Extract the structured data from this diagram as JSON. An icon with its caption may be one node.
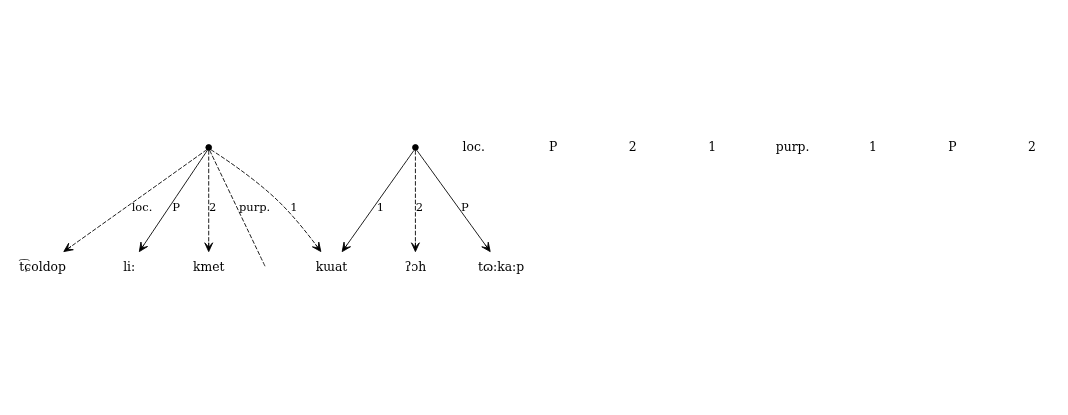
{
  "diagram": {
    "nodes": [
      {
        "text": [],
        "shape": "circle"
      },
      {
        "text": [
          "t͡ɕoldop"
        ]
      },
      {
        "text": [
          "li:"
        ]
      },
      {
        "text": [
          "kmet"
        ]
      },
      {
        "text": [
          "kɯat"
        ]
      },
      {
        "text": [],
        "shape": "circle"
      },
      {
        "text": [
          "tɷ:ka:p"
        ]
      },
      {
        "text": [
          "ʔɔh"
        ]
      }
    ],
    "edges": [
      {
        "from": 0,
        "to": null,
        "arrow": "none",
        "label": "purp.",
        "style": "dashed"
      },
      {
        "from": 0,
        "to": 1,
        "arrow": "to",
        "label": "loc.",
        "style": "dashed"
      },
      {
        "from": 0,
        "to": 2,
        "arrow": "to",
        "label": "P"
      },
      {
        "from": 0,
        "to": 3,
        "arrow": "to",
        "label": "2",
        "style": "dashed"
      },
      {
        "from": 0,
        "to": 4,
        "arrow": "to",
        "label": "1",
        "style": "dashed"
      },
      {
        "from": 5,
        "to": 4,
        "arrow": "to",
        "label": "1"
      },
      {
        "from": 5,
        "to": 6,
        "arrow": "to",
        "label": "P"
      },
      {
        "from": 5,
        "to": 7,
        "arrow": "to",
        "label": "2",
        "style": "dashed"
      }
    ],
    "labels": [
      "loc.",
      "P",
      "2",
      "1",
      "purp.",
      "1",
      "P",
      "2"
    ]
  }
}
